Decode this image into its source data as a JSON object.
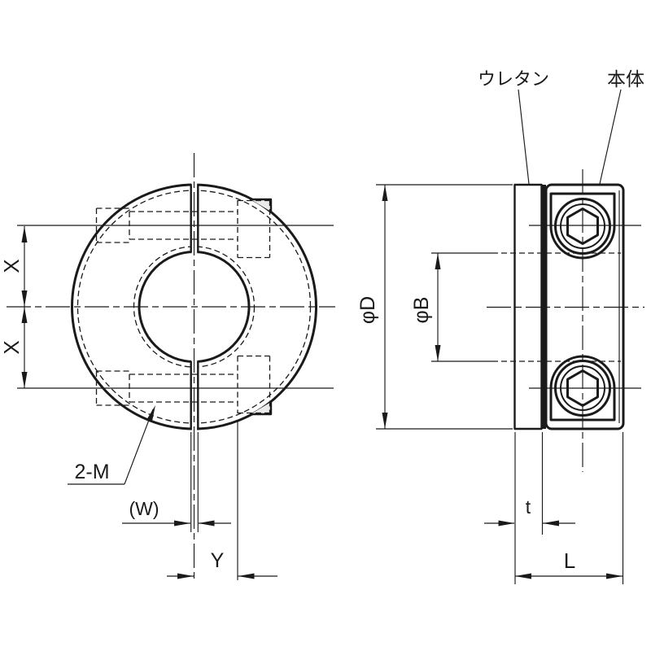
{
  "drawing": {
    "title": "separate-collar-with-urethane-technical-drawing",
    "front_view": {
      "dim_x_top": "X",
      "dim_x_bottom": "X",
      "screw_callout": "2-M",
      "dim_slit_width": "(W)",
      "dim_y": "Y"
    },
    "side_view": {
      "label_urethane": "ウレタン",
      "label_body": "本体",
      "dim_outer_diameter": "φD",
      "dim_bore_diameter": "φB",
      "dim_urethane_thickness": "t",
      "dim_length": "L"
    },
    "colors": {
      "part_fill": "#ebebeb",
      "line": "#1a1a1a",
      "background": "#ffffff"
    }
  }
}
